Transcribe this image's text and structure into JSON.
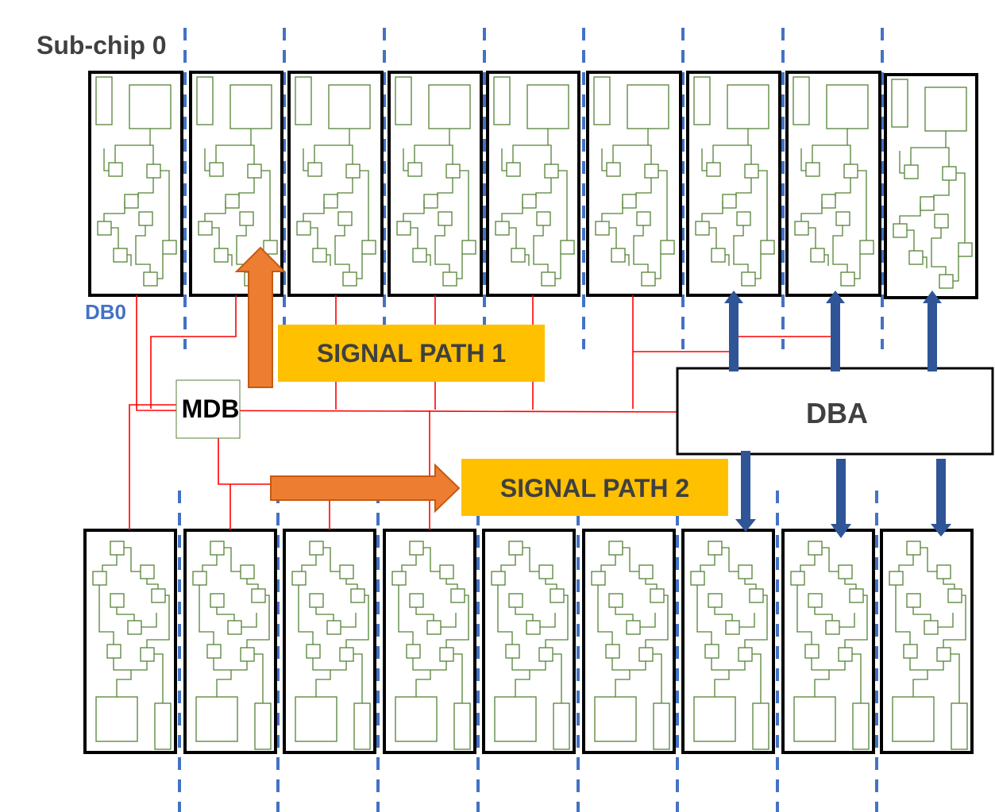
{
  "labels": {
    "subchip": "Sub-chip 0",
    "db0": "DB0",
    "mdb": "MDB",
    "dba": "DBA",
    "signal_path_1": "SIGNAL PATH 1",
    "signal_path_2": "SIGNAL PATH 2"
  },
  "colors": {
    "chip_border": "#000000",
    "circuit": "#548235",
    "divider": "#4472c4",
    "wire": "#ff0000",
    "signal_box": "#ffc000",
    "signal_arrow": "#ed7d31",
    "signal_arrow_edge": "#c55a11",
    "bus_arrow": "#2f5597",
    "text_dark": "#404040",
    "text_db0": "#4472c4"
  },
  "chips": {
    "top_row_count": 9,
    "bottom_row_count": 9
  }
}
